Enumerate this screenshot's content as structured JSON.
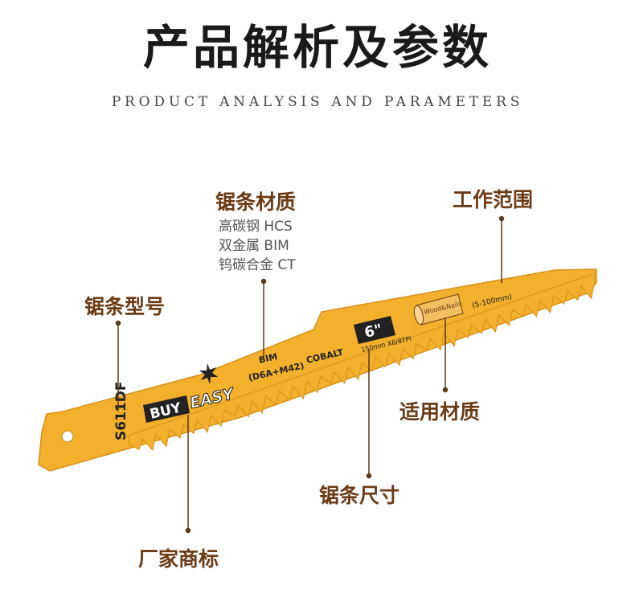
{
  "header": {
    "title": "产品解析及参数",
    "subtitle": "PRODUCT ANALYSIS AND PARAMETERS"
  },
  "callouts": {
    "material": {
      "label": "锯条材质",
      "items": [
        "高碳钢 HCS",
        "双金属 BIM",
        "钨碳合金 CT"
      ]
    },
    "range": {
      "label": "工作范围"
    },
    "model": {
      "label": "锯条型号"
    },
    "applicable": {
      "label": "适用材质"
    },
    "size": {
      "label": "锯条尺寸"
    },
    "brand": {
      "label": "厂家商标"
    }
  },
  "blade": {
    "brand_part1": "BUY",
    "brand_part2": "EASY",
    "model": "S611DF",
    "material_line1": "BIM",
    "material_line2": "(D6A+M42)",
    "material_line3": "COBALT",
    "size_main": "6\"",
    "size_detail": "150mm X6/8TPI",
    "wood_label": "Wood&Nails",
    "range": "(5-100mm)"
  },
  "colors": {
    "blade": "#f2b02d",
    "blade_edge": "#d9901a",
    "label": "#6b3b16",
    "title": "#1a1a1a",
    "leader": "#5a3a1a"
  }
}
